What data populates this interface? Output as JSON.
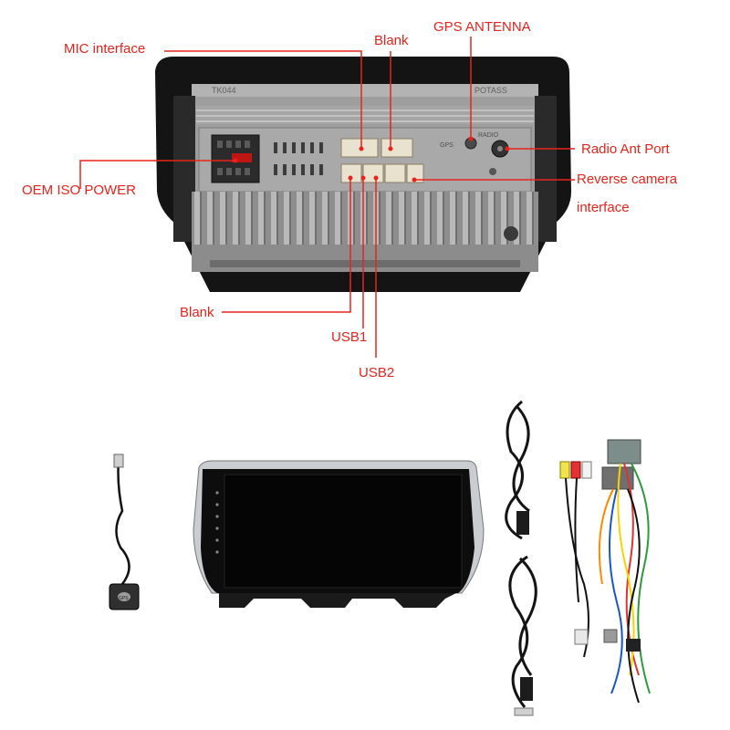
{
  "labels": {
    "mic": "MIC interface",
    "blank_top": "Blank",
    "gps": "GPS ANTENNA",
    "radio": "Radio Ant Port",
    "reverse_line1": "Reverse camera",
    "reverse_line2": "interface",
    "oem": "OEM ISO POWER",
    "blank_bottom": "Blank",
    "usb1": "USB1",
    "usb2": "USB2"
  },
  "embossed": {
    "model": "TK044",
    "right_mark": "POTASS",
    "gps_port": "GPS",
    "radio_port": "RADIO"
  },
  "accessories": {
    "gps_module_text": "GPS"
  },
  "colors": {
    "callout": "#e8231b",
    "chassis": "#9a9a9a",
    "bezel": "#141414"
  }
}
